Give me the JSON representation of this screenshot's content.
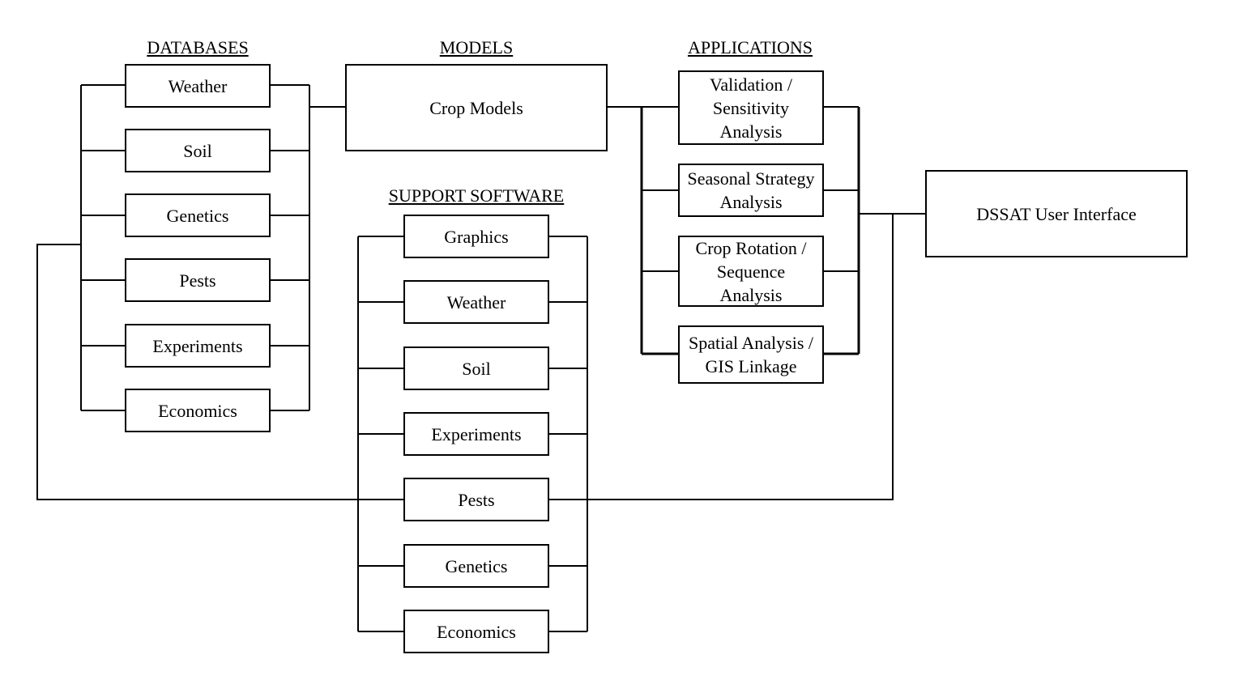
{
  "headings": {
    "databases": "DATABASES",
    "models": "MODELS",
    "applications": "APPLICATIONS",
    "support": "SUPPORT SOFTWARE"
  },
  "databases": [
    "Weather",
    "Soil",
    "Genetics",
    "Pests",
    "Experiments",
    "Economics"
  ],
  "models": {
    "crop": "Crop Models"
  },
  "support": [
    "Graphics",
    "Weather",
    "Soil",
    "Experiments",
    "Pests",
    "Genetics",
    "Economics"
  ],
  "applications": [
    "Validation /\nSensitivity\nAnalysis",
    "Seasonal Strategy\nAnalysis",
    "Crop Rotation /\nSequence\nAnalysis",
    "Spatial Analysis /\nGIS Linkage"
  ],
  "interface": {
    "label": "DSSAT User Interface"
  },
  "colors": {
    "line": "#000000",
    "background": "#ffffff"
  }
}
